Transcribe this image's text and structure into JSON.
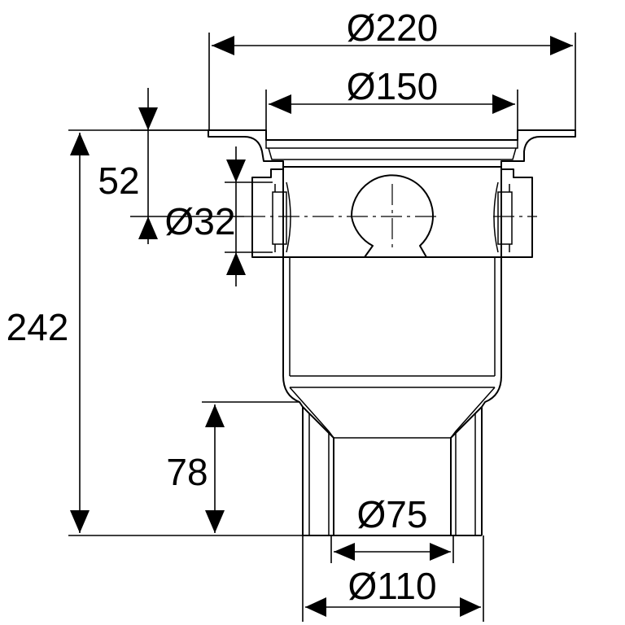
{
  "drawing": {
    "dimensions": {
      "top_outer_diameter": "Ø220",
      "top_inner_diameter": "Ø150",
      "inlet_offset": "52",
      "side_inlet_diameter": "Ø32",
      "total_height": "242",
      "outlet_height": "78",
      "outlet_inner_diameter": "Ø75",
      "outlet_outer_diameter": "Ø110"
    }
  }
}
